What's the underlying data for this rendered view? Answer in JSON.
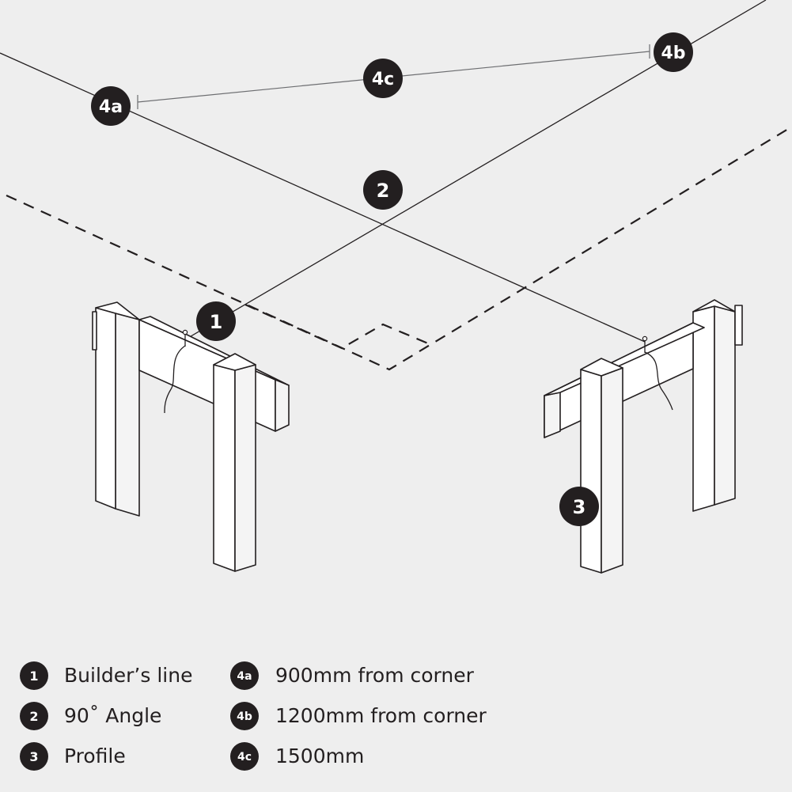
{
  "colors": {
    "background": "#eeeeee",
    "ink": "#231f20",
    "wood": "#ffffff",
    "dimension": "#6d6e71"
  },
  "badges": {
    "builders_line": "1",
    "right_angle": "2",
    "profile": "3",
    "corner_900": "4a",
    "corner_1200": "4b",
    "diagonal_1500": "4c"
  },
  "legend": [
    {
      "badge": "1",
      "label": "Builder’s line"
    },
    {
      "badge": "2",
      "label": "90˚ Angle"
    },
    {
      "badge": "3",
      "label": "Profile"
    },
    {
      "badge": "4a",
      "label": "900mm from corner"
    },
    {
      "badge": "4b",
      "label": "1200mm from corner"
    },
    {
      "badge": "4c",
      "label": "1500mm"
    }
  ]
}
